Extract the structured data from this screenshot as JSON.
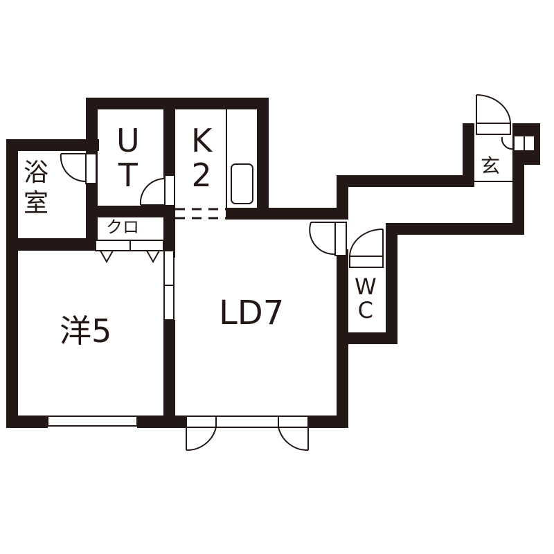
{
  "floor_plan": {
    "wall_color": "#231815",
    "background_color": "#ffffff",
    "rooms": {
      "bath": {
        "char1": "浴",
        "char2": "室",
        "label": "浴室"
      },
      "utility": {
        "char1": "U",
        "char2": "T",
        "label": "UT"
      },
      "kitchen": {
        "char1": "K",
        "char2": "2",
        "label": "K2"
      },
      "closet": {
        "label": "クロ"
      },
      "western_room": {
        "label": "洋5"
      },
      "living_dining": {
        "label": "LD7"
      },
      "toilet": {
        "char1": "W",
        "char2": "C",
        "label": "WC"
      },
      "entrance": {
        "label": "玄"
      }
    }
  }
}
